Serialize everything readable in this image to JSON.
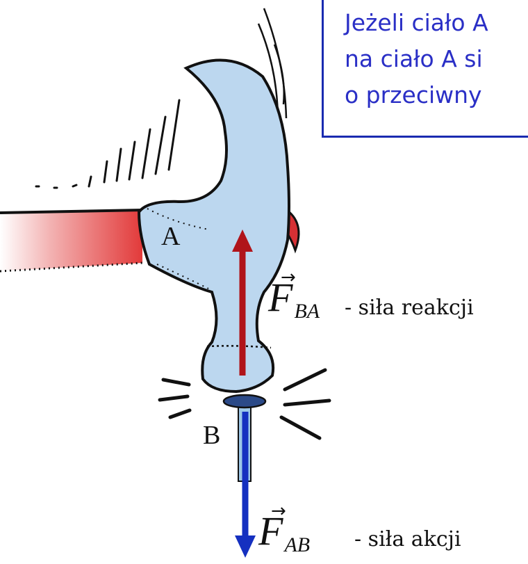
{
  "textbox": {
    "lines": [
      "Jeżeli ciało A",
      "na ciało A si",
      "o przeciwny"
    ]
  },
  "labels": {
    "body_a": "A",
    "body_b": "B"
  },
  "forces": {
    "reaction": {
      "symbol": "F",
      "subscript": "BA",
      "description": "- siła reakcji",
      "color": "#b0141a"
    },
    "action": {
      "symbol": "F",
      "subscript": "AB",
      "description": "- siła akcji",
      "color": "#1530c0"
    }
  },
  "colors": {
    "hammer_head": "#bcd7ef",
    "handle": "#e87a7a",
    "box_border": "#1a2bb0",
    "box_text": "#2a2fc6"
  }
}
